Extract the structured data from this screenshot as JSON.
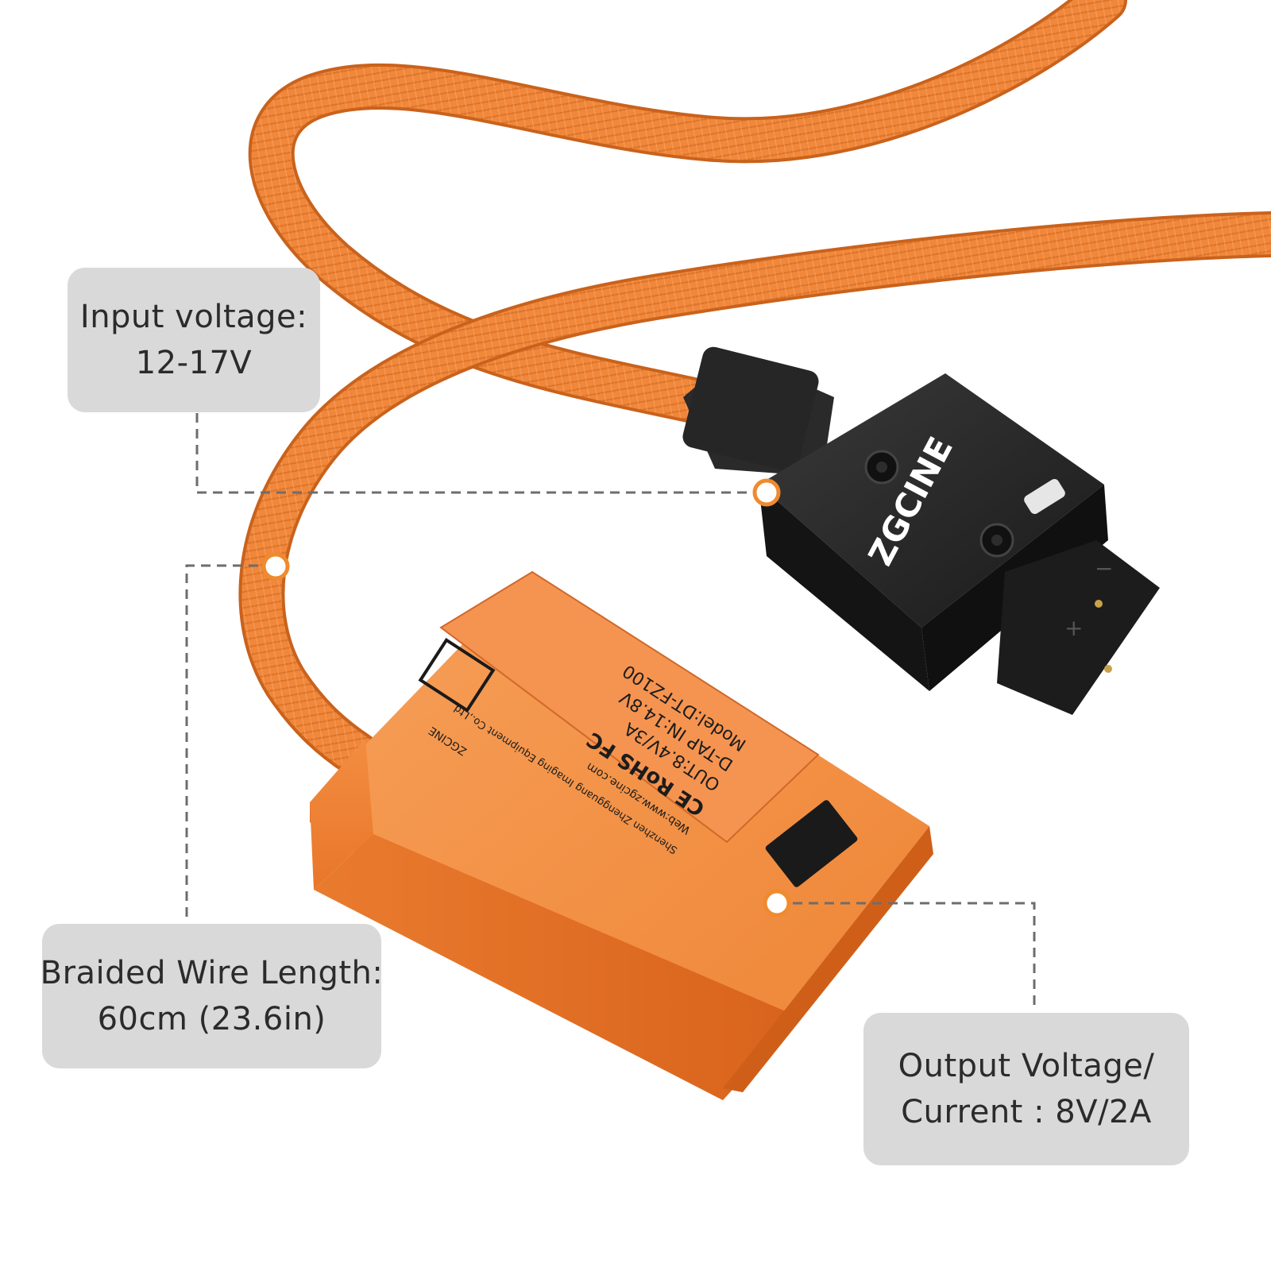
{
  "callouts": {
    "input": {
      "line1": "Input voltage:",
      "line2": "12-17V"
    },
    "wire": {
      "line1": "Braided Wire Length:",
      "line2": "60cm (23.6in)"
    },
    "output": {
      "line1": "Output Voltage/",
      "line2": "Current : 8V/2A"
    }
  },
  "connector": {
    "brand": "ZGCINE",
    "plus": "+",
    "minus": "−"
  },
  "battery": {
    "brand": "ZGCINE",
    "model": "Model:DT-FZ100",
    "input": "D-TAP IN:14.8V",
    "output": "OUT:8.4V/3A",
    "certs": "CE RoHS FC",
    "web": "Web:www.zgcine.com",
    "maker": "Shenzhen Zhengguang Imaging Equipment Co.,Ltd"
  },
  "colors": {
    "cable": "#f0873a",
    "cable_dark": "#d96a22",
    "battery_body": "#f28a3c",
    "connector_body": "#1e1e1e",
    "callout_bg": "#d9d9d9",
    "marker": "#f08a2e"
  }
}
